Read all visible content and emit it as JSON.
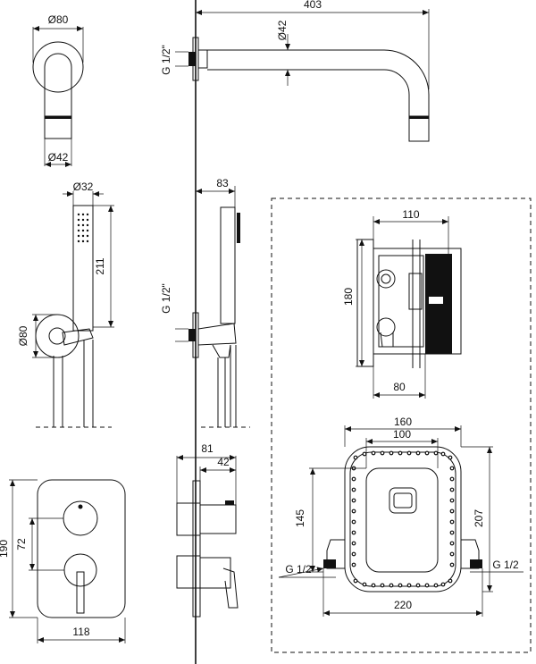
{
  "dimensions": {
    "d80_top": "Ø80",
    "d42_top": "Ø42",
    "w403": "403",
    "d42_spout": "Ø42",
    "g12_spout": "G 1/2\"",
    "d32": "Ø32",
    "h211": "211",
    "d80_holder": "Ø80",
    "w83": "83",
    "g12_shower": "G 1/2\"",
    "w110": "110",
    "h180": "180",
    "w80": "80",
    "w81": "81",
    "w42_knob": "42",
    "h190": "190",
    "h72": "72",
    "w118": "118",
    "w160": "160",
    "w100": "100",
    "h145": "145",
    "h207": "207",
    "g12_left": "G 1/2",
    "g12_right": "G 1/2",
    "w220": "220"
  },
  "colors": {
    "line": "#111111",
    "background": "#ffffff",
    "shade": "#bbbbbb"
  }
}
